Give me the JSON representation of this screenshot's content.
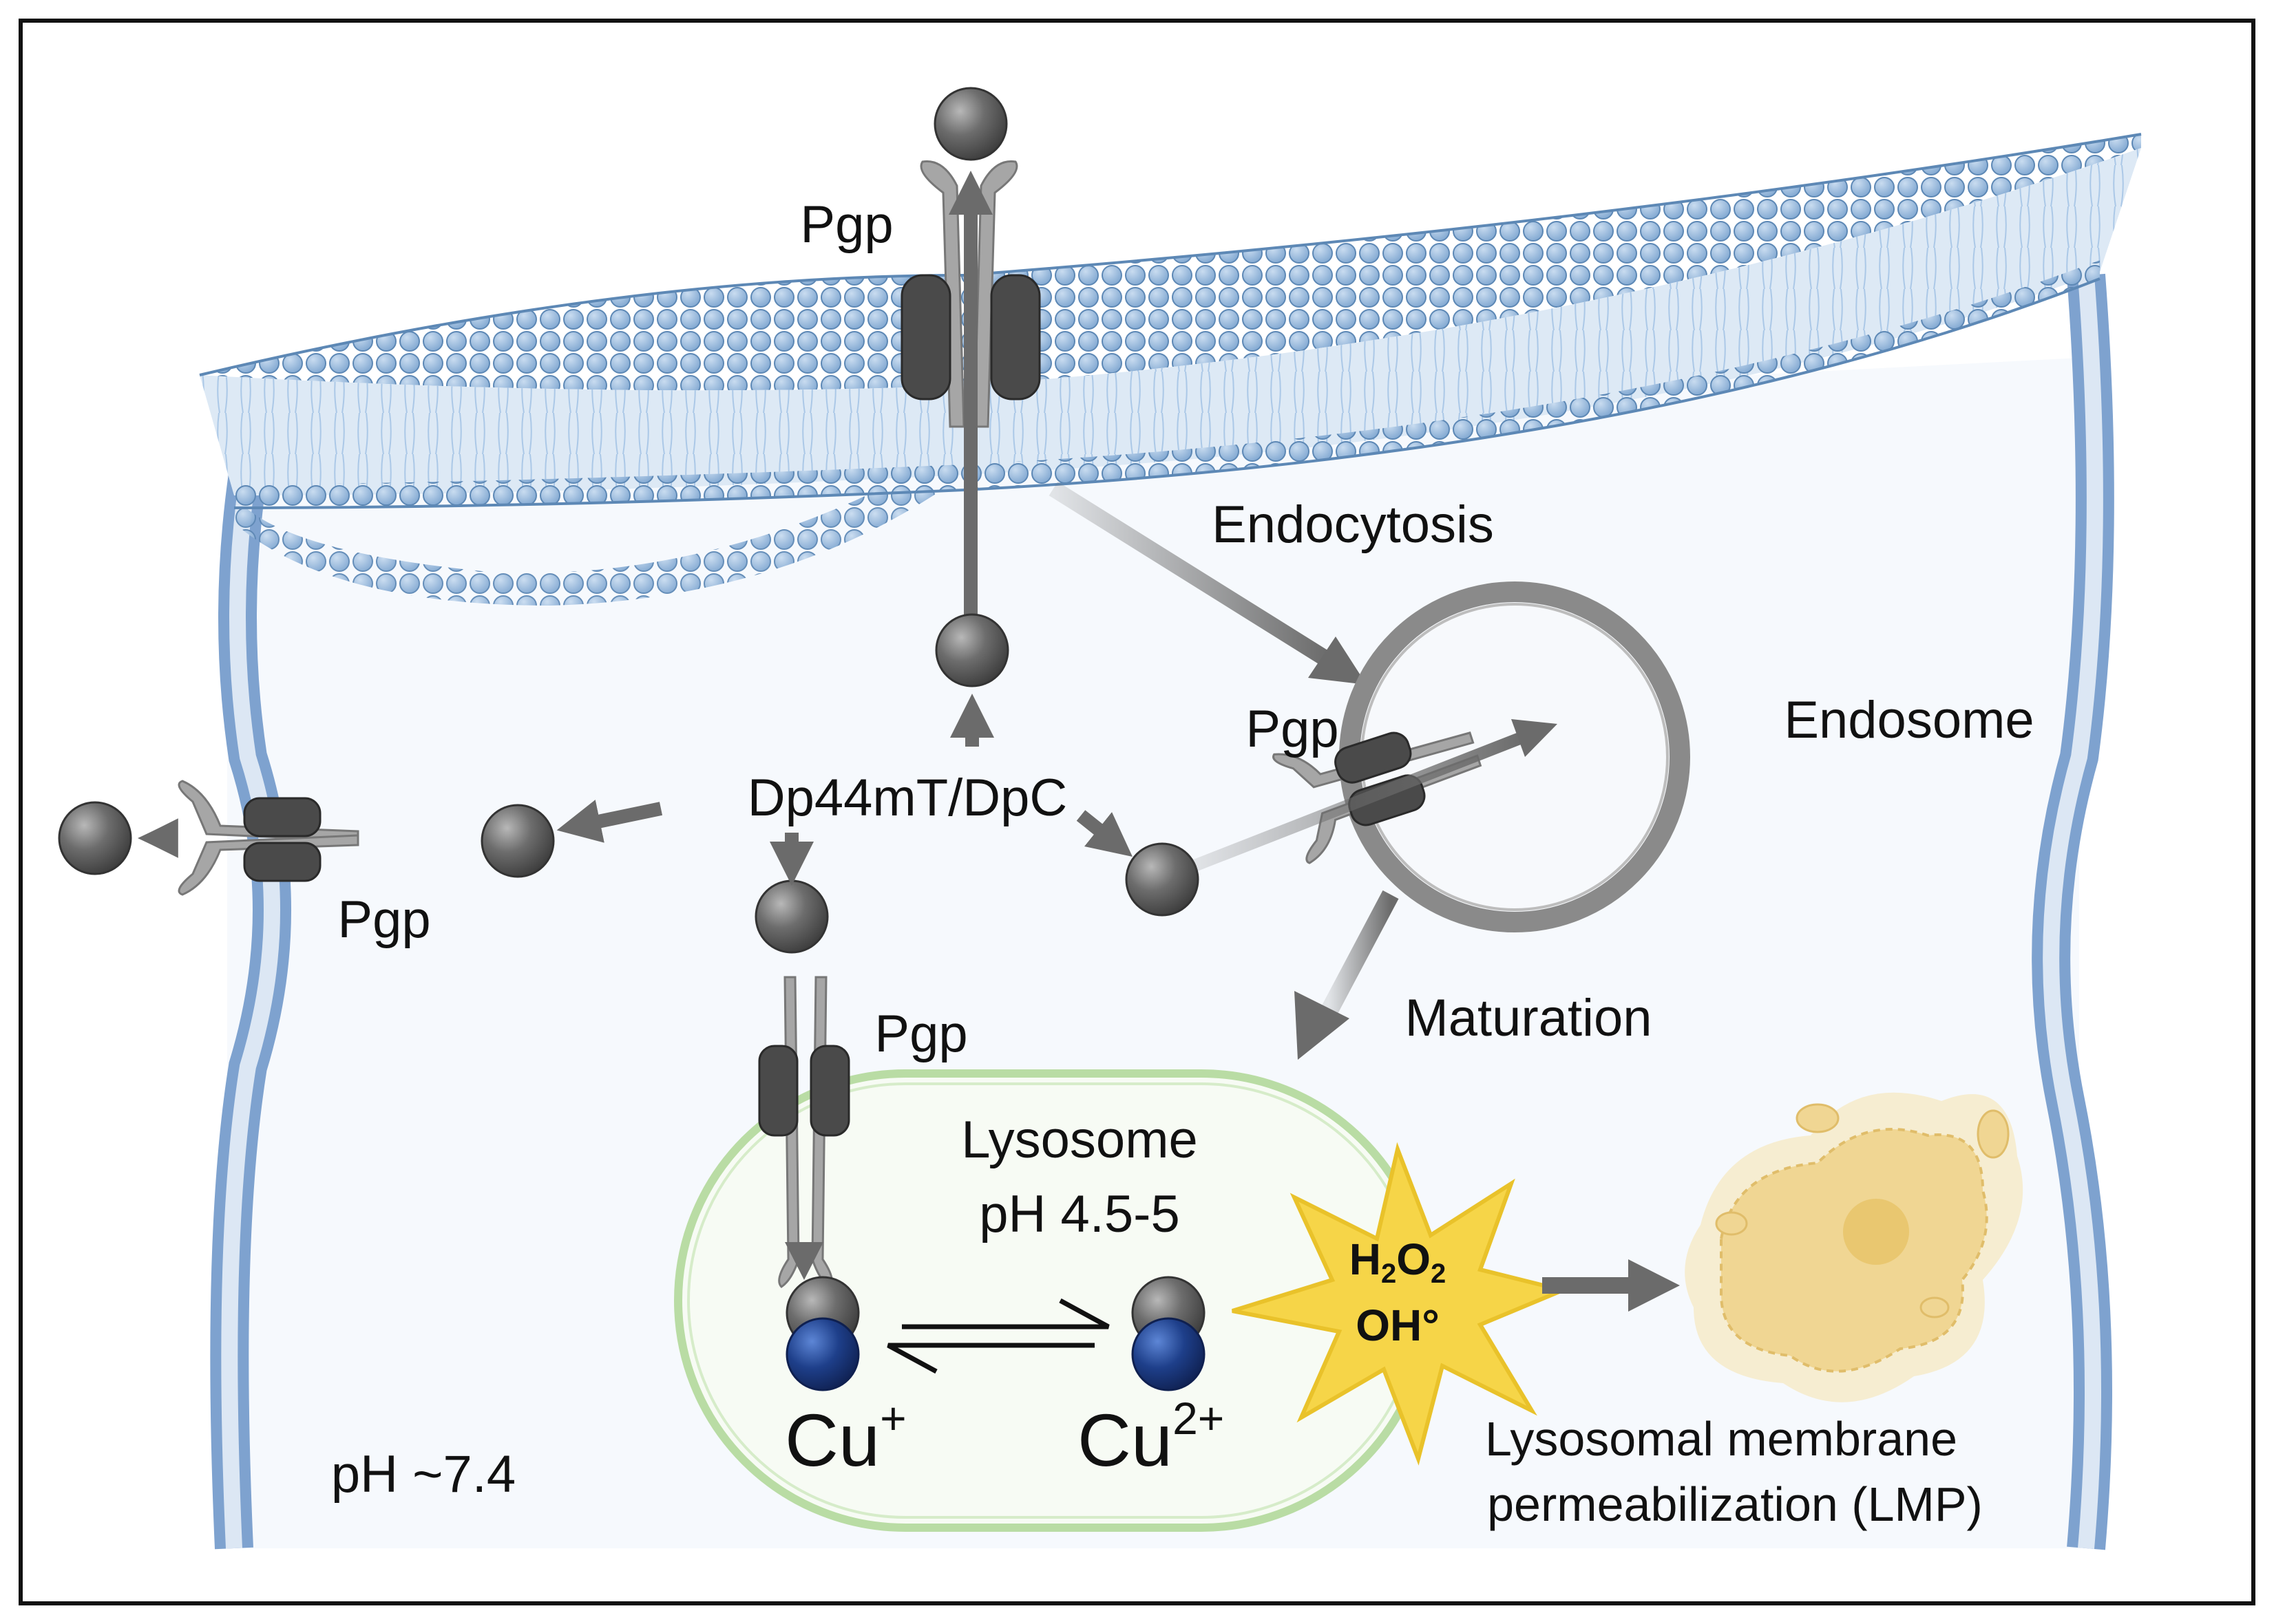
{
  "labels": {
    "pgp_top": "Pgp",
    "pgp_endosome": "Pgp",
    "pgp_left": "Pgp",
    "pgp_lysosome": "Pgp",
    "endocytosis": "Endocytosis",
    "endosome": "Endosome",
    "drug": "Dp44mT/DpC",
    "maturation": "Maturation",
    "lysosome_line1": "Lysosome",
    "lysosome_line2": "pH 4.5-5",
    "cu1_base": "Cu",
    "cu1_sup": "+",
    "cu2_base": "Cu",
    "cu2_sup": "2+",
    "ros_h": "H",
    "ros_2a": "2",
    "ros_o": "O",
    "ros_2b": "2",
    "ros_line2": "OH°",
    "lmp_line1": "Lysosomal membrane",
    "lmp_line2": "permeabilization (LMP)",
    "cytosol_ph": "pH ~7.4"
  },
  "colors": {
    "membrane_head": "#8fb4d9",
    "membrane_head_stroke": "#5d88b5",
    "membrane_tail": "#c5daee",
    "cell_wall": "#7ea2cf",
    "cell_wall_inner": "#dce7f4",
    "cytosol": "#f6f9fd",
    "pgp_body": "#4a4a4a",
    "pgp_arm": "#a6a6a6",
    "arrow": "#6b6b6b",
    "drug_sphere": "#6d6d6d",
    "copper_sphere": "#1e3f8a",
    "lysosome_border": "#b9dca4",
    "lysosome_fill": "#f7fbf4",
    "ros_star": "#f6d548",
    "damaged_lysosome": "#f0d693"
  }
}
